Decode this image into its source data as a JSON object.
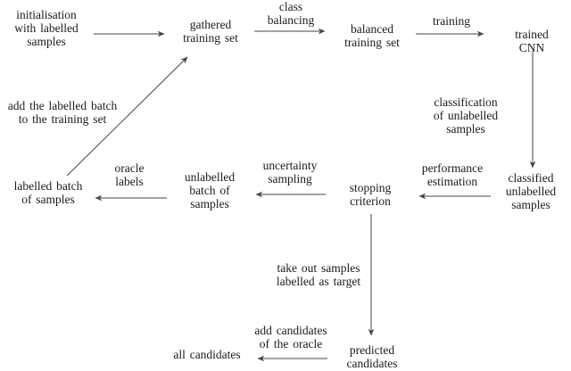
{
  "canvas": {
    "background_color": "#ffffff",
    "text_color": "#1b1b1b",
    "line_color": "#454545"
  },
  "diagram": {
    "type": "flowchart",
    "nodes": {
      "init": "initialisation\nwith labelled\nsamples",
      "gathered": "gathered\ntraining set",
      "balanced": "balanced\ntraining set",
      "trained_cnn": "trained CNN",
      "classified": "classified\nunlabelled\nsamples",
      "stopping": "stopping\ncriterion",
      "unlabelled_batch": "unlabelled\nbatch of\nsamples",
      "labelled_batch": "labelled batch\nof samples",
      "predicted": "predicted\ncandidates",
      "all_candidates": "all candidates"
    },
    "edge_labels": {
      "class_balancing": "class\nbalancing",
      "training": "training",
      "classification": "classification\nof unlabelled samples",
      "performance": "performance\nestimation",
      "uncertainty": "uncertainty\nsampling",
      "oracle": "oracle\nlabels",
      "add_labelled": "add the labelled batch\nto the training set",
      "take_out": "take out samples\nlabelled as target",
      "add_candidates": "add candidates\nof the oracle"
    },
    "edges": [
      {
        "from": "init",
        "to": "gathered",
        "label": ""
      },
      {
        "from": "gathered",
        "to": "balanced",
        "label": "class balancing"
      },
      {
        "from": "balanced",
        "to": "trained_cnn",
        "label": "training"
      },
      {
        "from": "trained_cnn",
        "to": "classified",
        "label": "classification of unlabelled samples"
      },
      {
        "from": "classified",
        "to": "stopping",
        "label": "performance estimation"
      },
      {
        "from": "stopping",
        "to": "unlabelled_batch",
        "label": "uncertainty sampling"
      },
      {
        "from": "unlabelled_batch",
        "to": "labelled_batch",
        "label": "oracle labels"
      },
      {
        "from": "labelled_batch",
        "to": "gathered",
        "label": "add the labelled batch to the training set"
      },
      {
        "from": "stopping",
        "to": "predicted",
        "label": "take out samples labelled as target"
      },
      {
        "from": "predicted",
        "to": "all_candidates",
        "label": "add candidates of the oracle"
      }
    ]
  }
}
